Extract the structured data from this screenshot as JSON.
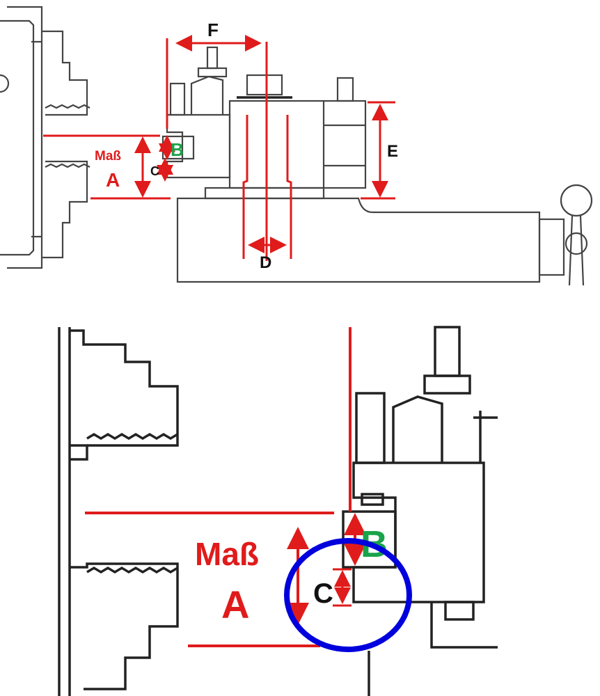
{
  "top_diagram": {
    "labels": {
      "F": "F",
      "mass": "Maß",
      "A": "A",
      "B": "B",
      "C": "C",
      "D": "D",
      "E": "E"
    }
  },
  "detail_diagram": {
    "labels": {
      "mass": "Maß",
      "A": "A",
      "B": "B",
      "C": "C"
    },
    "highlight_color": "#0000dd"
  },
  "colors": {
    "dimension": "#e01b1b",
    "label_B": "#1aa34a",
    "highlight": "#0000dd"
  }
}
